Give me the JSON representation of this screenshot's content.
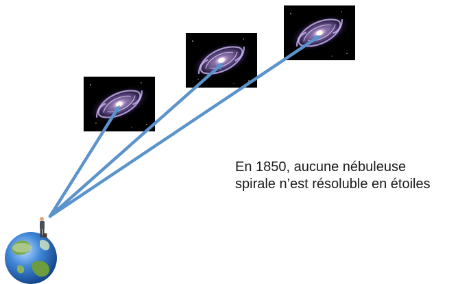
{
  "caption": {
    "line1": "En 1850, aucune nébuleuse",
    "line2": "spirale n’est résoluble en étoiles"
  },
  "colors": {
    "arrow": "#5b93cc",
    "image_background": "#000000",
    "galaxy_core": "#fff6e0",
    "galaxy_arm": "#c9a6ff",
    "earth_ocean": "#3a7fd1",
    "earth_land": "#5f9a3b"
  },
  "icons": {
    "galaxy": "spiral-galaxy-image",
    "earth": "earth-globe-image",
    "observer": "man-standing-figure"
  }
}
